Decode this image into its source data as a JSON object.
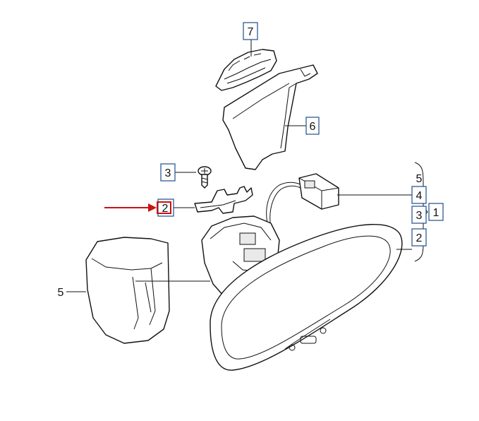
{
  "callouts": {
    "c7": "7",
    "c6": "6",
    "c3": "3",
    "c2_highlight": "2",
    "c5_left": "5",
    "c5_right": "5",
    "c4": "4",
    "c3_right": "3",
    "c1": "1",
    "c2_right": "2"
  },
  "colors": {
    "callout_border": "#1f4e8c",
    "highlight_border": "#cc1111",
    "arrow": "#cc1111",
    "line_art": "#111111"
  }
}
